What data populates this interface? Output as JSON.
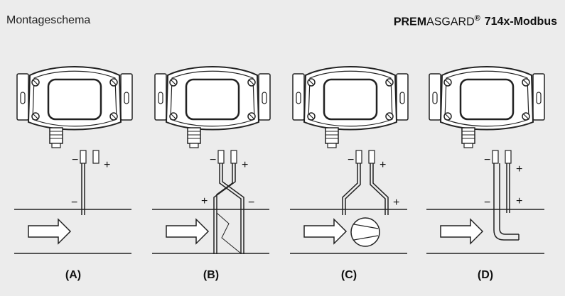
{
  "header": {
    "left_title": "Montageschema",
    "brand_bold": "PREM",
    "brand_regular": "ASGARD",
    "registered": "®",
    "model": "714x-Modbus"
  },
  "panels": [
    {
      "label": "(A)",
      "plus": "+",
      "minus": "−",
      "pipe_minus": "−"
    },
    {
      "label": "(B)",
      "plus": "+",
      "minus": "−",
      "pipe_plus": "+",
      "pipe_minus": "−"
    },
    {
      "label": "(C)",
      "plus": "+",
      "minus": "−",
      "pipe_plus": "+"
    },
    {
      "label": "(D)",
      "plus": "+",
      "minus": "−",
      "pipe_plus": "+",
      "pipe_minus": "−"
    }
  ],
  "colors": {
    "background": "#ececec",
    "line": "#222222",
    "device_fill": "#ffffff"
  }
}
